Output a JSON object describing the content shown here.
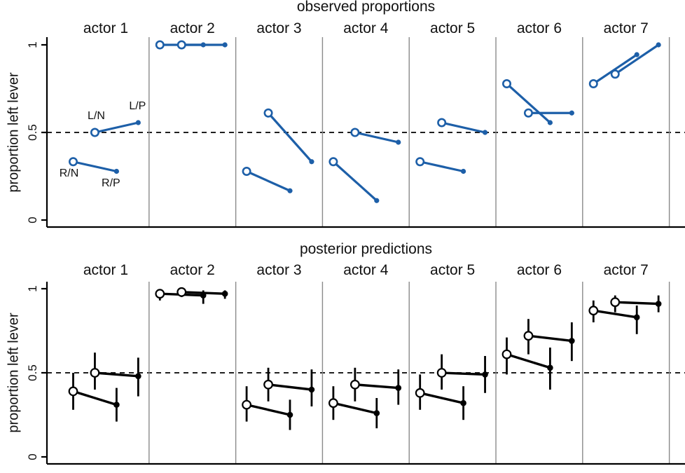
{
  "figure": {
    "colors": {
      "observed_blue": "#1d5fa8",
      "posterior_black": "#000000",
      "divider_gray": "#8a8a8a",
      "axis_black": "#000000",
      "background": "#ffffff"
    }
  },
  "axis": {
    "ylabel": "proportion left lever",
    "yticks": [
      {
        "value": 0,
        "label": "0"
      },
      {
        "value": 0.5,
        "label": "0.5"
      },
      {
        "value": 1,
        "label": "1"
      }
    ],
    "reference_value": 0.5
  },
  "actors": [
    "actor 1",
    "actor 2",
    "actor 3",
    "actor 4",
    "actor 5",
    "actor 6",
    "actor 7"
  ],
  "conditions": [
    "R/N",
    "L/N",
    "R/P",
    "L/P"
  ],
  "condition_annotations": [
    {
      "label": "R/N",
      "actor": 0,
      "condition": 0,
      "placement": "below"
    },
    {
      "label": "L/N",
      "actor": 0,
      "condition": 1,
      "placement": "above"
    },
    {
      "label": "R/P",
      "actor": 0,
      "condition": 2,
      "placement": "below"
    },
    {
      "label": "L/P",
      "actor": 0,
      "condition": 3,
      "placement": "above"
    }
  ],
  "chart_data": [
    {
      "type": "scatter",
      "panel": "observed",
      "title": "observed proportions",
      "ylabel": "proportion left lever",
      "ylim": [
        0,
        1
      ],
      "yticks": [
        0,
        0.5,
        1
      ],
      "reference_line": 0.5,
      "grid": false,
      "legend": "none",
      "point_color": "#1d5fa8",
      "categories": [
        "R/N",
        "L/N",
        "R/P",
        "L/P"
      ],
      "open_categories": [
        "R/N",
        "L/N"
      ],
      "filled_categories": [
        "R/P",
        "L/P"
      ],
      "connect": [
        [
          "R/N",
          "R/P"
        ],
        [
          "L/N",
          "L/P"
        ]
      ],
      "series": [
        {
          "actor": "actor 1",
          "values": [
            0.333,
            0.5,
            0.278,
            0.556
          ]
        },
        {
          "actor": "actor 2",
          "values": [
            1,
            1,
            1,
            1
          ]
        },
        {
          "actor": "actor 3",
          "values": [
            0.278,
            0.611,
            0.167,
            0.333
          ]
        },
        {
          "actor": "actor 4",
          "values": [
            0.333,
            0.5,
            0.111,
            0.444
          ]
        },
        {
          "actor": "actor 5",
          "values": [
            0.333,
            0.556,
            0.278,
            0.5
          ]
        },
        {
          "actor": "actor 6",
          "values": [
            0.778,
            0.611,
            0.556,
            0.611
          ]
        },
        {
          "actor": "actor 7",
          "values": [
            0.778,
            0.833,
            0.944,
            1.0
          ]
        }
      ]
    },
    {
      "type": "scatter",
      "panel": "posterior",
      "title": "posterior predictions",
      "ylabel": "proportion left lever",
      "ylim": [
        0,
        1
      ],
      "yticks": [
        0,
        0.5,
        1
      ],
      "reference_line": 0.5,
      "grid": false,
      "legend": "none",
      "point_color": "#000000",
      "categories": [
        "R/N",
        "L/N",
        "R/P",
        "L/P"
      ],
      "open_categories": [
        "R/N",
        "L/N"
      ],
      "filled_categories": [
        "R/P",
        "L/P"
      ],
      "connect": [
        [
          "R/N",
          "R/P"
        ],
        [
          "L/N",
          "L/P"
        ]
      ],
      "series": [
        {
          "actor": "actor 1",
          "mean": [
            0.39,
            0.5,
            0.31,
            0.48
          ],
          "lo": [
            0.28,
            0.4,
            0.21,
            0.36
          ],
          "hi": [
            0.5,
            0.62,
            0.41,
            0.59
          ]
        },
        {
          "actor": "actor 2",
          "mean": [
            0.97,
            0.98,
            0.96,
            0.97
          ],
          "lo": [
            0.93,
            0.95,
            0.91,
            0.94
          ],
          "hi": [
            0.99,
            1.0,
            0.99,
            0.99
          ]
        },
        {
          "actor": "actor 3",
          "mean": [
            0.31,
            0.43,
            0.25,
            0.4
          ],
          "lo": [
            0.21,
            0.33,
            0.16,
            0.3
          ],
          "hi": [
            0.42,
            0.53,
            0.34,
            0.52
          ]
        },
        {
          "actor": "actor 4",
          "mean": [
            0.32,
            0.43,
            0.26,
            0.41
          ],
          "lo": [
            0.22,
            0.33,
            0.17,
            0.31
          ],
          "hi": [
            0.42,
            0.53,
            0.35,
            0.52
          ]
        },
        {
          "actor": "actor 5",
          "mean": [
            0.38,
            0.5,
            0.32,
            0.49
          ],
          "lo": [
            0.28,
            0.4,
            0.22,
            0.38
          ],
          "hi": [
            0.49,
            0.61,
            0.42,
            0.6
          ]
        },
        {
          "actor": "actor 6",
          "mean": [
            0.61,
            0.72,
            0.53,
            0.69
          ],
          "lo": [
            0.49,
            0.61,
            0.4,
            0.57
          ],
          "hi": [
            0.71,
            0.82,
            0.65,
            0.8
          ]
        },
        {
          "actor": "actor 7",
          "mean": [
            0.87,
            0.92,
            0.83,
            0.91
          ],
          "lo": [
            0.8,
            0.86,
            0.73,
            0.86
          ],
          "hi": [
            0.93,
            0.96,
            0.9,
            0.96
          ]
        }
      ]
    }
  ]
}
